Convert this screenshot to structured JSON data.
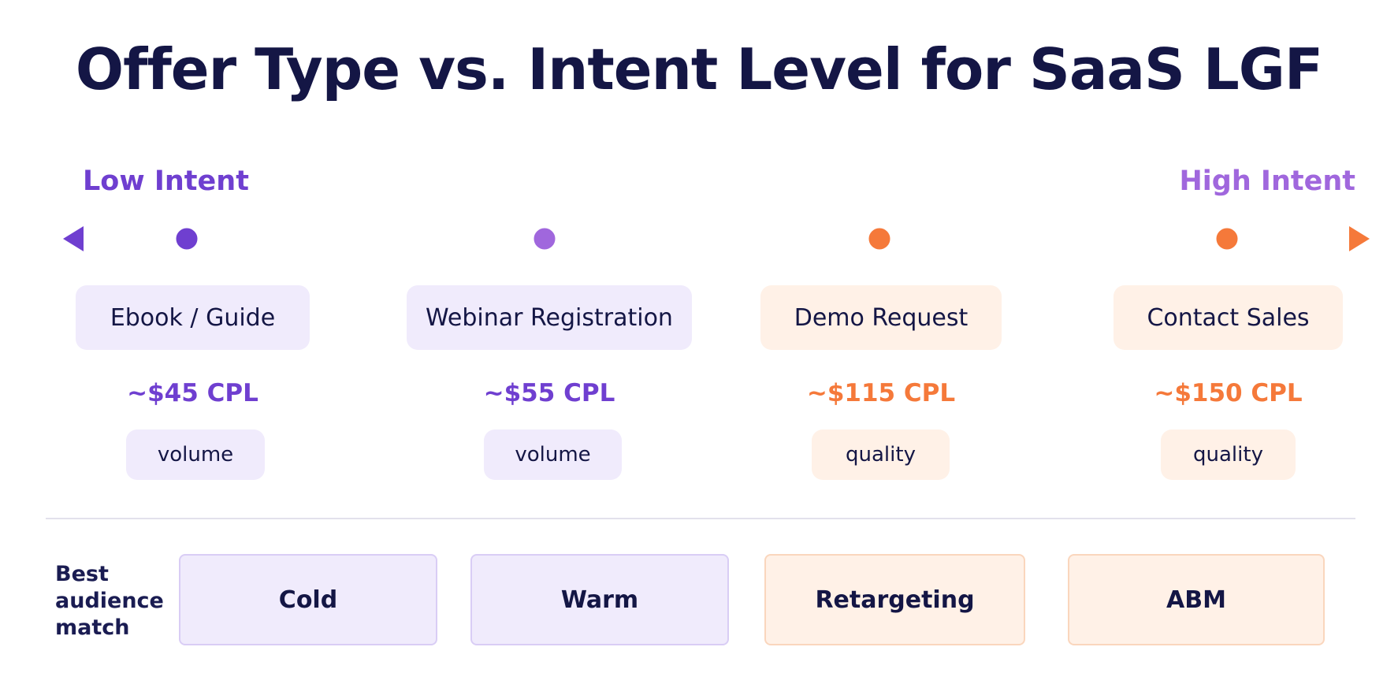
{
  "title": "Offer Type vs. Intent Level for SaaS LGF",
  "axis": {
    "low_label": "Low Intent",
    "high_label": "High Intent"
  },
  "colors": {
    "title": "#141645",
    "low_purple": "#6f3fd0",
    "mid_purple": "#a067dd",
    "orange": "#f5793a",
    "peach": "#f38a45",
    "purple_fill": "#f0ebfc",
    "purple_border": "#d9cdf5",
    "orange_fill": "#fff1e7",
    "orange_border": "#fad6bd"
  },
  "offers": [
    {
      "label": "Ebook / Guide",
      "cpl": "~$45 CPL",
      "tag": "volume",
      "tone": "purple"
    },
    {
      "label": "Webinar Registration",
      "cpl": "~$55 CPL",
      "tag": "volume",
      "tone": "purple"
    },
    {
      "label": "Demo Request",
      "cpl": "~$115 CPL",
      "tag": "quality",
      "tone": "orange"
    },
    {
      "label": "Contact Sales",
      "cpl": "~$150 CPL",
      "tag": "quality",
      "tone": "orange"
    }
  ],
  "audience": {
    "label": "Best audience match",
    "items": [
      {
        "label": "Cold",
        "tone": "purple"
      },
      {
        "label": "Warm",
        "tone": "purple"
      },
      {
        "label": "Retargeting",
        "tone": "orange"
      },
      {
        "label": "ABM",
        "tone": "orange"
      }
    ]
  }
}
